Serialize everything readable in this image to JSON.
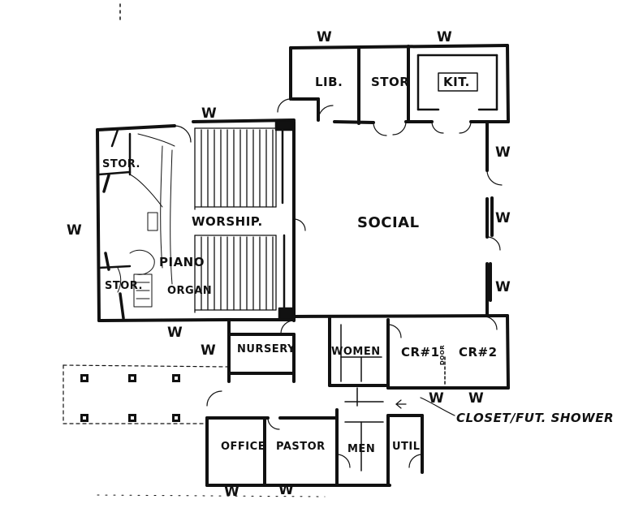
{
  "rooms": {
    "lib": "LIB.",
    "stor_top": "STOR",
    "kit": "KIT.",
    "social": "SOCIAL",
    "worship": "WORSHIP.",
    "stor_upper_left": "STOR.",
    "stor_lower_left": "STOR.",
    "piano": "PIANO",
    "organ": "ORGAN",
    "nursery": "NURSERY",
    "women": "WOMEN",
    "cr1": "CR#1",
    "cr2": "CR#2",
    "office": "OFFICE",
    "pastor": "PASTOR",
    "men": "MEN",
    "util": "UTIL."
  },
  "window_label": "W",
  "annotations": {
    "closet_note": "CLOSET/FUT. SHOWER",
    "door_label": "DOOR"
  }
}
